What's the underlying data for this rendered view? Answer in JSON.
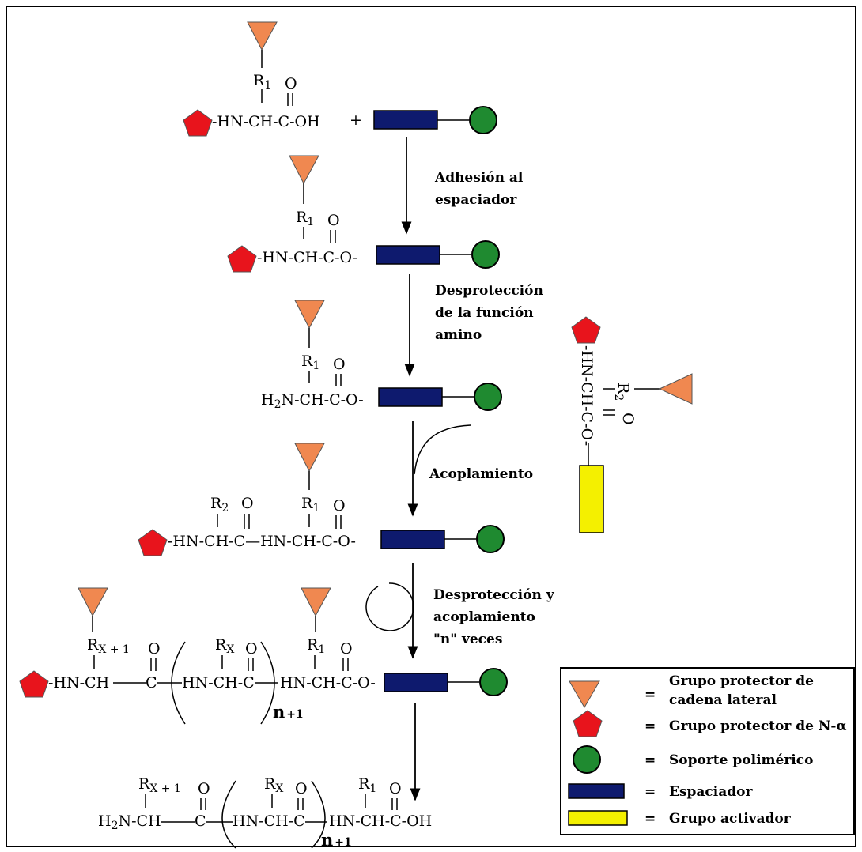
{
  "colors": {
    "triangle": "#f08850",
    "pentagon": "#e8141c",
    "circle": "#1f8a30",
    "spacer": "#0e1a6e",
    "activator": "#f4f000"
  },
  "icons": {
    "side_chain_protector": "inverted-triangle",
    "n_alpha_protector": "pentagon",
    "polymer_support": "circle",
    "spacer": "rectangle",
    "activator": "rectangle"
  },
  "steps": {
    "attach": [
      "Adhesión al",
      "espaciador"
    ],
    "deprotect": [
      "Desprotección",
      "de la función",
      "amino"
    ],
    "couple": [
      "Acoplamiento"
    ],
    "repeat": [
      "Desprotección y",
      "acoplamiento",
      "\"n\" veces"
    ]
  },
  "chem": {
    "r1": "R",
    "r1_sub": "1",
    "r2": "R",
    "r2_sub": "2",
    "rx": "R",
    "rx_sub": "X",
    "rx1_sub": "X + 1",
    "o": "O",
    "oh_tail": "-HN-CH-C-OH",
    "plus": "+",
    "ester_tail": "-HN-CH-C-O-",
    "h2n": "H",
    "h2n_sub": "2",
    "h2n_rest": "N-CH-C-O-",
    "dipeptide": "-HN-CH-C—HN-CH-C-O-",
    "hn_ch": "-HN-CH",
    "c": "C",
    "hn_ch_c": "HN-CH-C",
    "hn_ch_c_o": "HN-CH-C-O-",
    "hn_ch_c_oh": "HN-CH-C-OH",
    "h2n_ch": "N-CH",
    "n_label": "n",
    "n_sub": "+1",
    "act_chain": "-HN-CH-C-O-",
    "act_r2": "R",
    "act_r2_sub": "2",
    "act_o": "O"
  },
  "legend": {
    "eq": "=",
    "items": [
      [
        "Grupo protector de",
        "cadena lateral"
      ],
      [
        "Grupo protector de N-α"
      ],
      [
        "Soporte polimérico"
      ],
      [
        "Espaciador"
      ],
      [
        "Grupo activador"
      ]
    ]
  }
}
